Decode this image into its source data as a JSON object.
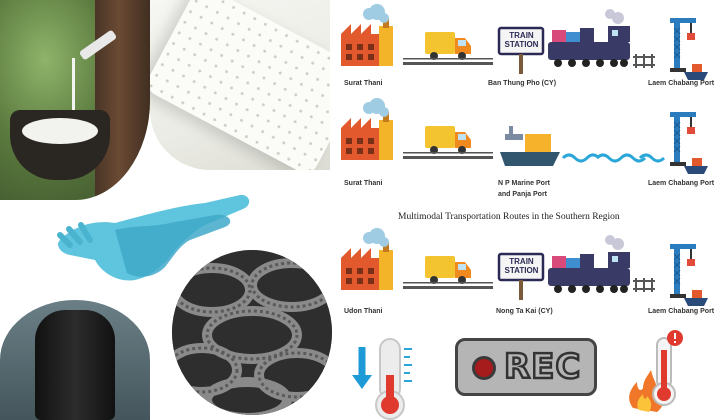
{
  "routes": [
    {
      "origin": "Surat Thani",
      "hub": "Ban Thung Pho (CY)",
      "destination": "Laem Chabang Port",
      "station_sign": "TRAIN\nSTATION",
      "mode": "rail"
    },
    {
      "origin": "Surat Thani",
      "hub": "N P Marine Port",
      "hub_line2": "and Panja Port",
      "destination": "Laem Chabang Port",
      "mode": "sea"
    },
    {
      "origin": "Udon Thani",
      "hub": "Nong Ta Kai (CY)",
      "destination": "Laem Chabang Port",
      "station_sign": "TRAIN\nSTATION",
      "mode": "rail"
    }
  ],
  "caption": "Multimodal Transportation Routes in the Southern Region",
  "icons": {
    "cold_thermometer": "thermometer-cold-icon",
    "rec_label": "REC",
    "hot_thermometer": "thermometer-hot-icon"
  },
  "colors": {
    "factory": "#e2592d",
    "truck": "#f4c430",
    "train": "#3a3a66",
    "water": "#2aa6d9",
    "crane": "#2b7bbf",
    "cold": "#1e9bd7",
    "hot": "#e03a2e"
  }
}
